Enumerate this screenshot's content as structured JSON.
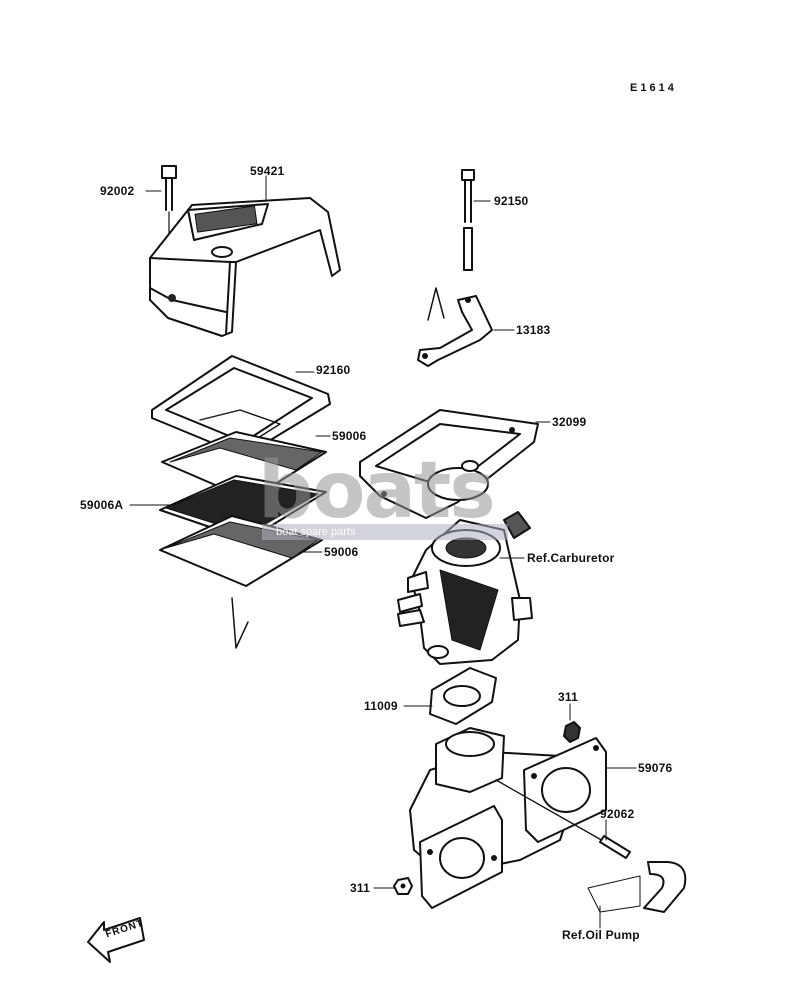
{
  "diagram_code": "E1614",
  "callouts": {
    "p92002": "92002",
    "p59421": "59421",
    "p92150": "92150",
    "p13183": "13183",
    "p92160": "92160",
    "p32099": "32099",
    "p59006_top": "59006",
    "p59006A": "59006A",
    "p59006_bottom": "59006",
    "ref_carburetor": "Ref.Carburetor",
    "p11009": "11009",
    "p311_upper": "311",
    "p59076": "59076",
    "p92062": "92062",
    "p311_lower": "311",
    "ref_oil_pump": "Ref.Oil Pump"
  },
  "front_marker": "FRONT",
  "watermark": {
    "brand": "boats",
    "tagline": "boat spare parts"
  },
  "icons": {
    "front": "front-arrow-icon"
  }
}
